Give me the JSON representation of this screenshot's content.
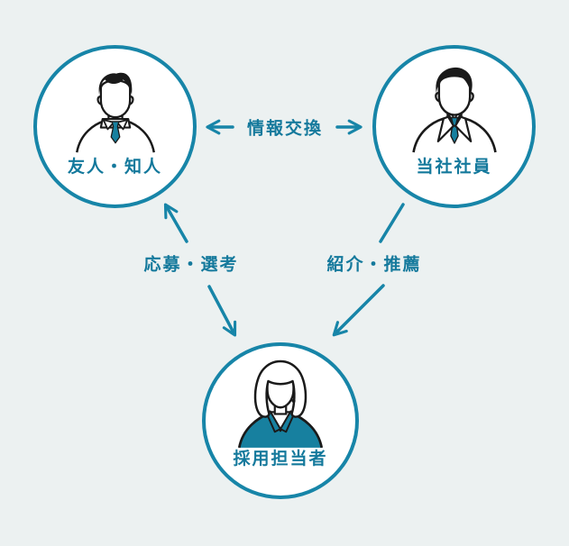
{
  "diagram": {
    "nodes": {
      "friend": {
        "label": "友人・知人",
        "icon": "male-person-icon"
      },
      "employee": {
        "label": "当社社員",
        "icon": "male-suit-person-icon"
      },
      "recruiter": {
        "label": "採用担当者",
        "icon": "female-person-icon"
      }
    },
    "edges": {
      "info_exchange": {
        "label": "情報交換",
        "between": [
          "友人・知人",
          "当社社員"
        ],
        "direction": "bidirectional"
      },
      "apply_select": {
        "label": "応募・選考",
        "between": [
          "友人・知人",
          "採用担当者"
        ],
        "direction": "bidirectional"
      },
      "refer_recommend": {
        "label": "紹介・推薦",
        "between": [
          "当社社員",
          "採用担当者"
        ],
        "direction": "employee-to-recruiter"
      }
    },
    "colors": {
      "accent_teal": "#1785A8",
      "label_teal": "#14799C",
      "icon_teal": "#17809F",
      "background": "#ECF1F1",
      "node_fill": "#FFFFFF",
      "icon_line": "#1A1A1A"
    }
  }
}
